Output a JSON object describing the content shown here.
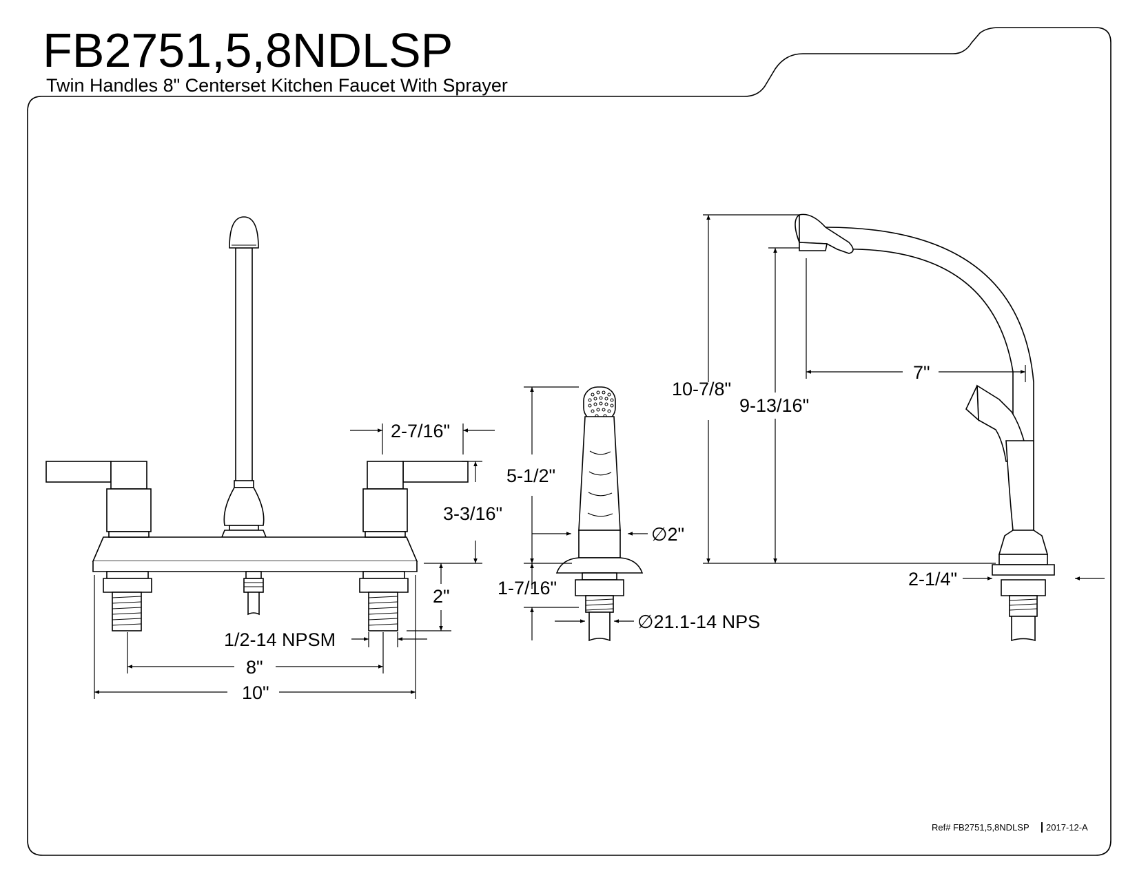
{
  "header": {
    "model": "FB2751,5,8NDLSP",
    "description": "Twin Handles 8\" Centerset Kitchen Faucet With Sprayer"
  },
  "dimensions": {
    "handle_spread_width": "2-7/16\"",
    "handle_height": "3-3/16\"",
    "shank_length": "2\"",
    "supply_thread": "1/2-14 NPSM",
    "center_spacing": "8\"",
    "overall_width": "10\"",
    "sprayer_height": "5-1/2\"",
    "sprayer_diameter": "∅2\"",
    "sprayer_shank_length": "1-7/16\"",
    "sprayer_thread": "∅21.1-14 NPS",
    "overall_height": "10-7/8\"",
    "spout_height": "9-13/16\"",
    "spout_reach": "7\"",
    "base_width": "2-1/4\""
  },
  "footer": {
    "reference": "Ref# FB2751,5,8NDLSP",
    "revision": "2017-12-A"
  }
}
